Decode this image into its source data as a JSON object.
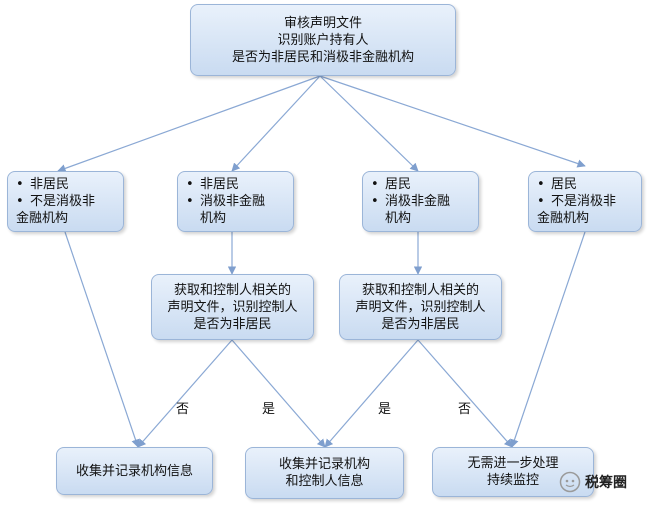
{
  "root": {
    "lines": [
      "审核声明文件",
      "识别账户持有人",
      "是否为非居民和消极非金融机构"
    ]
  },
  "categories": [
    {
      "b1": "非居民",
      "b2a": "不是消极非",
      "b2b": "金融机构"
    },
    {
      "b1": "非居民",
      "b2a": "消极非金融",
      "b2b": "机构"
    },
    {
      "b1": "居民",
      "b2a": "消极非金融",
      "b2b": "机构"
    },
    {
      "b1": "居民",
      "b2a": "不是消极非",
      "b2b": "金融机构"
    }
  ],
  "checks": [
    {
      "lines": [
        "获取和控制人相关的",
        "声明文件，识别控制人",
        "是否为非居民"
      ]
    },
    {
      "lines": [
        "获取和控制人相关的",
        "声明文件，识别控制人",
        "是否为非居民"
      ]
    }
  ],
  "outcomes": [
    {
      "lines": [
        "收集并记录机构信息"
      ]
    },
    {
      "lines": [
        "收集并记录机构",
        "和控制人信息"
      ]
    },
    {
      "lines": [
        "无需进一步处理",
        "持续监控"
      ]
    }
  ],
  "edge_labels": [
    "否",
    "是",
    "是",
    "否"
  ],
  "watermark": {
    "text": "税筹圈"
  }
}
